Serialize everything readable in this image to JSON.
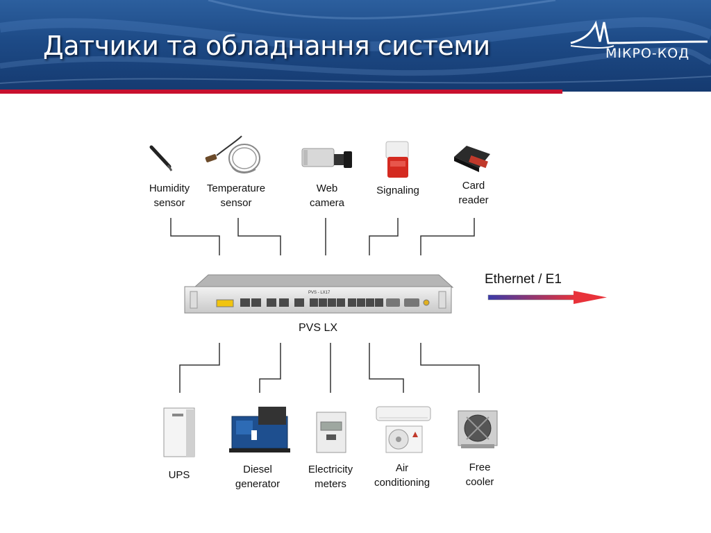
{
  "slide": {
    "title": "Датчики та обладнання системи",
    "logo_text": "МІКРО-КОД",
    "colors": {
      "header": "#1d4a86",
      "accent_line": "#c8102e",
      "connector": "#333333",
      "arrow_start": "#3a3aa8",
      "arrow_end": "#e8323a"
    }
  },
  "diagram": {
    "center_device": {
      "label": "PVS LX",
      "panel_model": "PVS - LX17"
    },
    "uplink": {
      "label": "Ethernet / E1"
    },
    "top_devices": [
      {
        "name": "humidity-sensor",
        "label_lines": [
          "Humidity",
          "sensor"
        ],
        "icon": "probe-icon"
      },
      {
        "name": "temperature-sensor",
        "label_lines": [
          "Temperature",
          "sensor"
        ],
        "icon": "cable-probe-icon"
      },
      {
        "name": "web-camera",
        "label_lines": [
          "Web",
          "camera"
        ],
        "icon": "camera-icon"
      },
      {
        "name": "signaling",
        "label_lines": [
          "Signaling"
        ],
        "icon": "siren-icon"
      },
      {
        "name": "card-reader",
        "label_lines": [
          "Card",
          "reader"
        ],
        "icon": "card-reader-icon"
      }
    ],
    "bottom_devices": [
      {
        "name": "ups",
        "label_lines": [
          "UPS"
        ],
        "icon": "ups-icon"
      },
      {
        "name": "diesel-generator",
        "label_lines": [
          "Diesel",
          "generator"
        ],
        "icon": "generator-icon"
      },
      {
        "name": "electricity-meters",
        "label_lines": [
          "Electricity",
          "meters"
        ],
        "icon": "meter-icon"
      },
      {
        "name": "air-conditioning",
        "label_lines": [
          "Air",
          "conditioning"
        ],
        "icon": "air-conditioner-icon"
      },
      {
        "name": "free-cooler",
        "label_lines": [
          "Free",
          "cooler"
        ],
        "icon": "fan-icon"
      }
    ]
  }
}
